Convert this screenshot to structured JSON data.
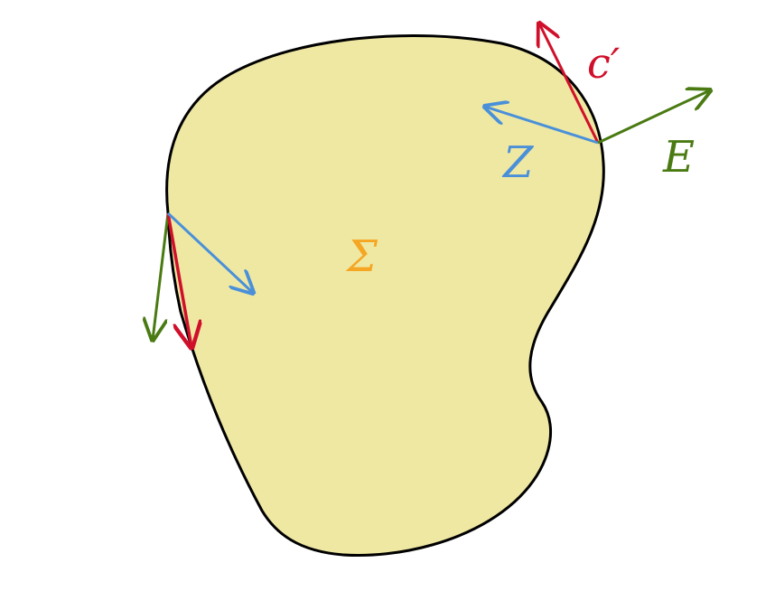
{
  "labels": {
    "region": "Σ",
    "c_prime": "c′",
    "z": "Z",
    "e": "E"
  },
  "colors": {
    "region_fill": "#efe8a3",
    "region_stroke": "#000000",
    "red": "#d0102a",
    "blue": "#4a90d9",
    "green": "#4a7a12",
    "orange": "#f5a623"
  }
}
